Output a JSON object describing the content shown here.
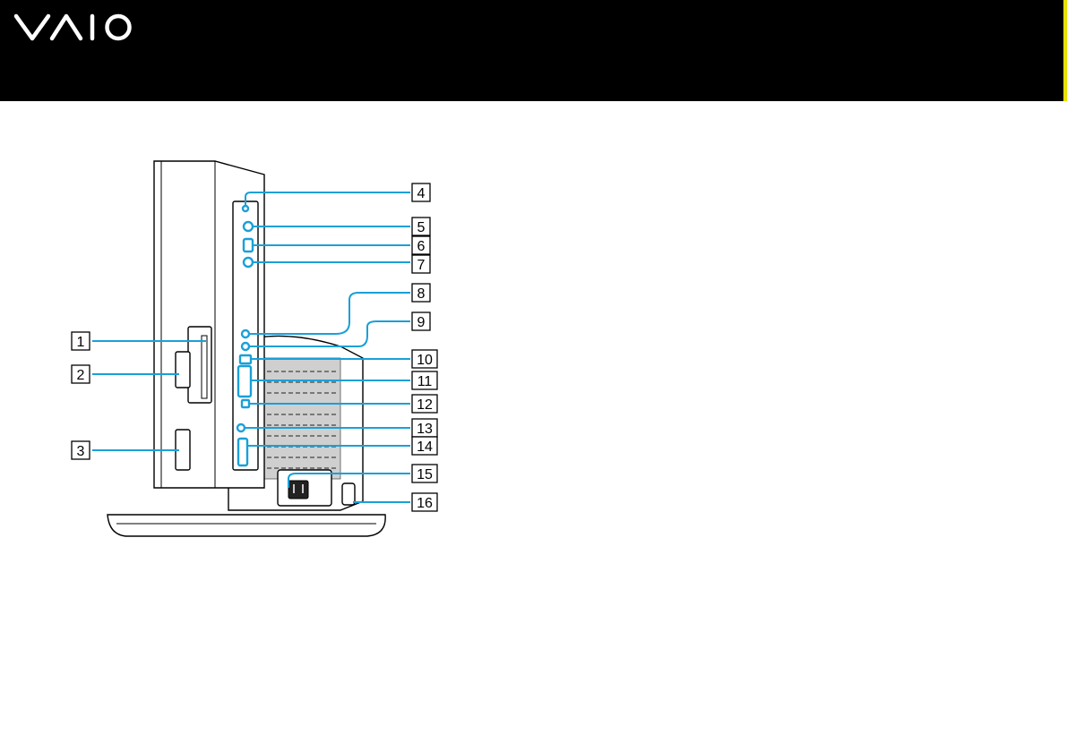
{
  "header": {
    "logo_text": "VAIO",
    "logo_icon": "vaio-logo",
    "background_color": "#000000",
    "accent_color": "#e8e000"
  },
  "figure": {
    "highlight_color": "#1aa0d8",
    "callouts": [
      {
        "id": "1",
        "label": "1"
      },
      {
        "id": "2",
        "label": "2"
      },
      {
        "id": "3",
        "label": "3"
      },
      {
        "id": "4",
        "label": "4"
      },
      {
        "id": "5",
        "label": "5"
      },
      {
        "id": "6",
        "label": "6"
      },
      {
        "id": "7",
        "label": "7"
      },
      {
        "id": "8",
        "label": "8"
      },
      {
        "id": "9",
        "label": "9"
      },
      {
        "id": "10",
        "label": "10"
      },
      {
        "id": "11",
        "label": "11"
      },
      {
        "id": "12",
        "label": "12"
      },
      {
        "id": "13",
        "label": "13"
      },
      {
        "id": "14",
        "label": "14"
      },
      {
        "id": "15",
        "label": "15"
      },
      {
        "id": "16",
        "label": "16"
      }
    ]
  }
}
